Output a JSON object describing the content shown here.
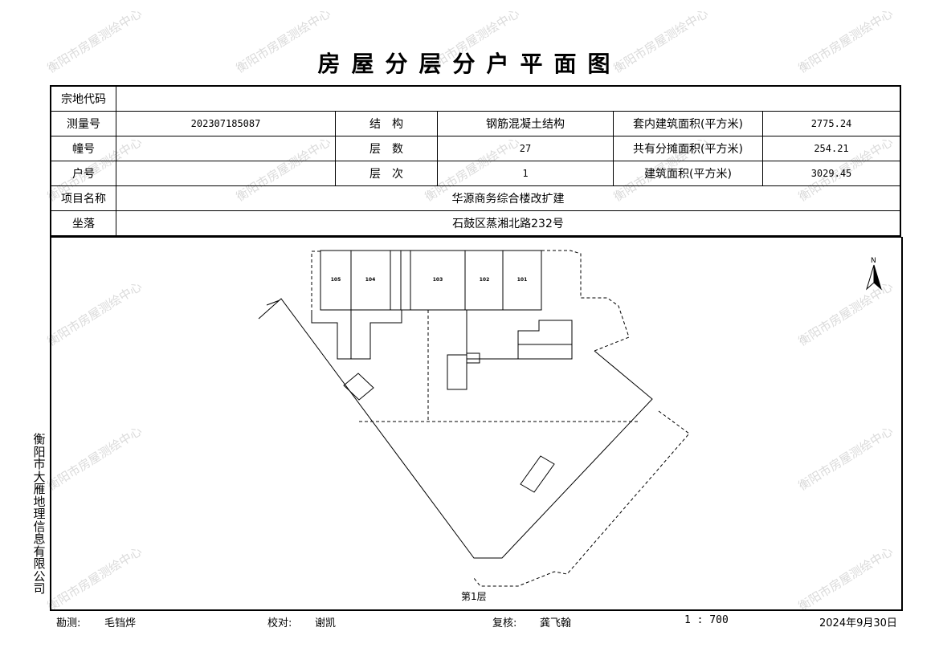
{
  "title": "房屋分层分户平面图",
  "watermark": "衡阳市房屋测绘中心",
  "info": {
    "land_code_label": "宗地代码",
    "land_code": "",
    "survey_no_label": "测量号",
    "survey_no": "202307185087",
    "structure_label": "结　构",
    "structure": "钢筋混凝土结构",
    "inner_area_label": "套内建筑面积(平方米)",
    "inner_area": "2775.24",
    "building_no_label": "幢号",
    "building_no": "",
    "floors_label": "层　数",
    "floors": "27",
    "shared_area_label": "共有分摊面积(平方米)",
    "shared_area": "254.21",
    "unit_no_label": "户号",
    "unit_no": "",
    "floor_label": "层　次",
    "floor": "1",
    "total_area_label": "建筑面积(平方米)",
    "total_area": "3029.45",
    "project_label": "项目名称",
    "project": "华源商务综合楼改扩建",
    "location_label": "坐落",
    "location": "石鼓区蒸湘北路232号"
  },
  "plan": {
    "rooms": [
      "105",
      "104",
      "103",
      "102",
      "101"
    ],
    "north": "N",
    "floor_caption": "第1层"
  },
  "company": "衡阳市大雁地理信息有限公司",
  "footer": {
    "surveyor_label": "勘测:",
    "surveyor": "毛铛烨",
    "checker_label": "校对:",
    "checker": "谢凯",
    "reviewer_label": "复核:",
    "reviewer": "龚飞翰",
    "scale": "1 : 700",
    "date": "2024年9月30日"
  }
}
